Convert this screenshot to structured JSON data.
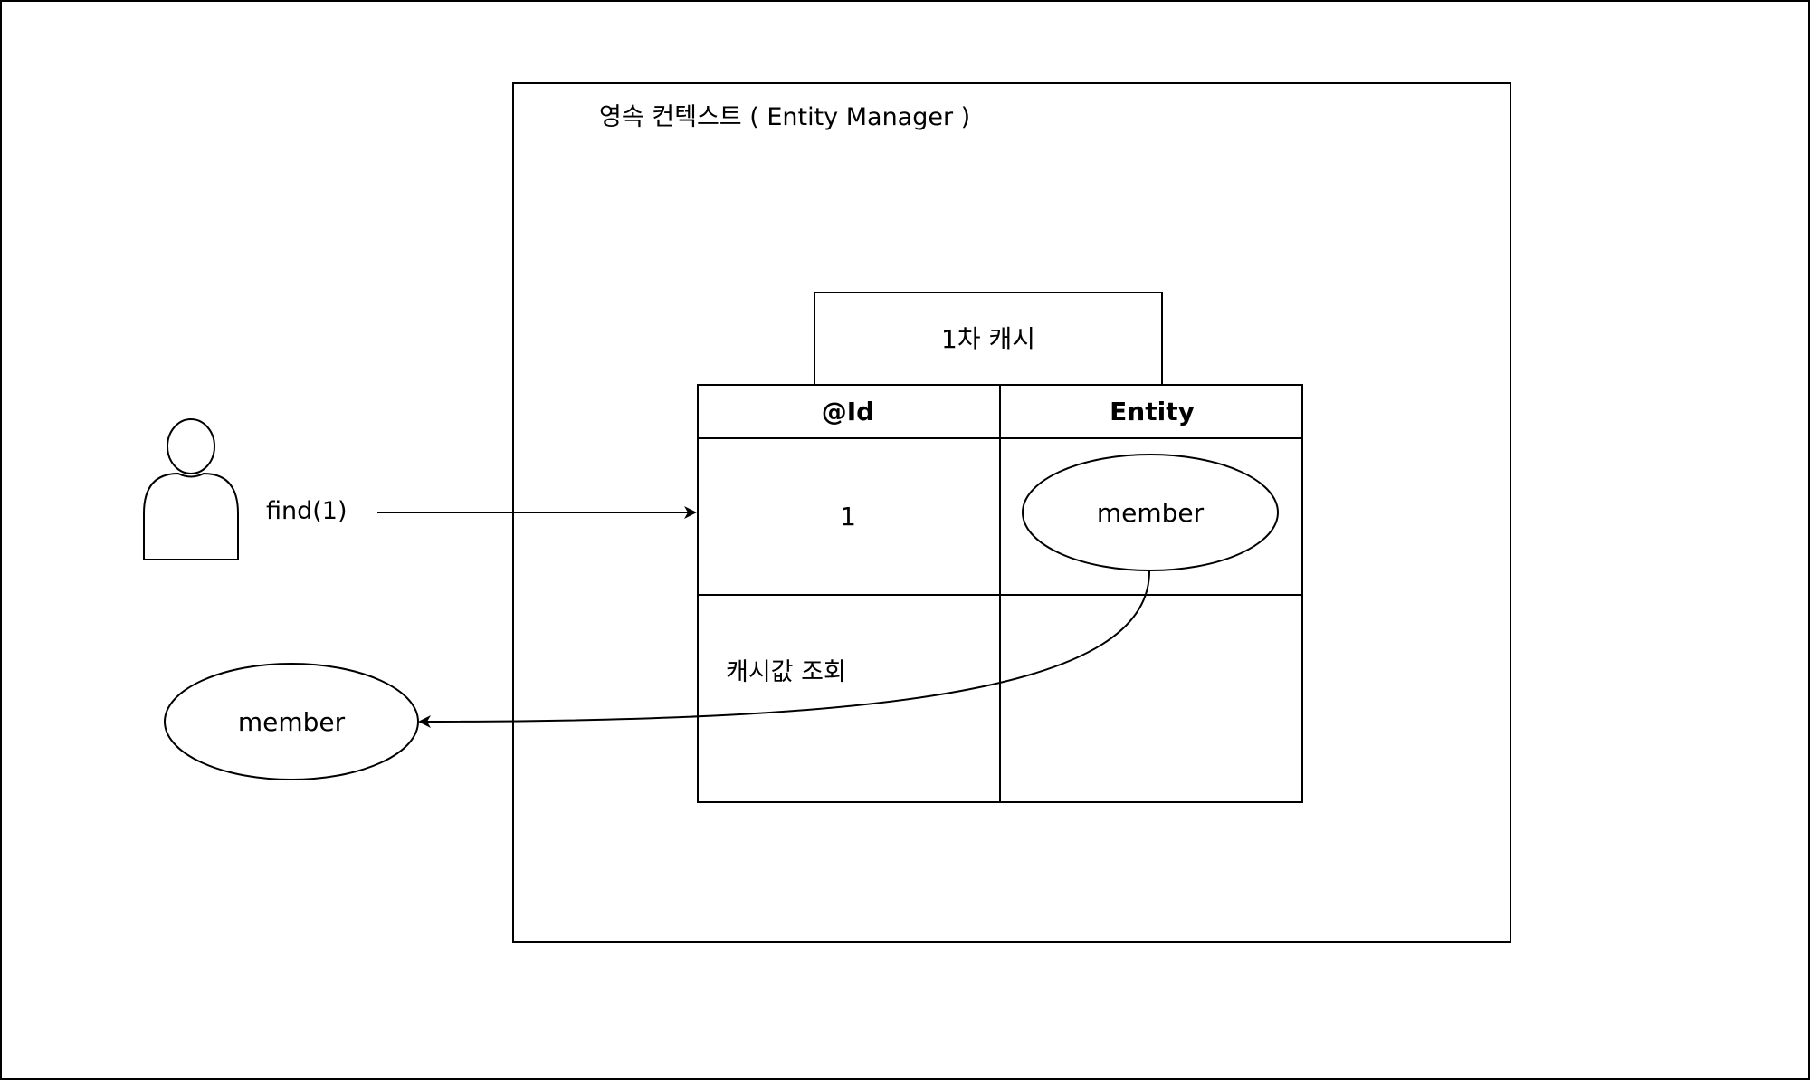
{
  "persistence_context": {
    "title": "영속 컨텍스트 ( Entity Manager )"
  },
  "first_level_cache": {
    "tab_label": "1차 캐시",
    "headers": [
      "@Id",
      "Entity"
    ],
    "rows": [
      {
        "id": "1",
        "entity": "member"
      },
      {
        "id": "",
        "entity": ""
      }
    ]
  },
  "actor": {
    "call_label": "find(1)"
  },
  "result": {
    "entity": "member",
    "return_label": "캐시값 조회"
  },
  "colors": {
    "stroke": "#000000",
    "background": "#ffffff"
  }
}
